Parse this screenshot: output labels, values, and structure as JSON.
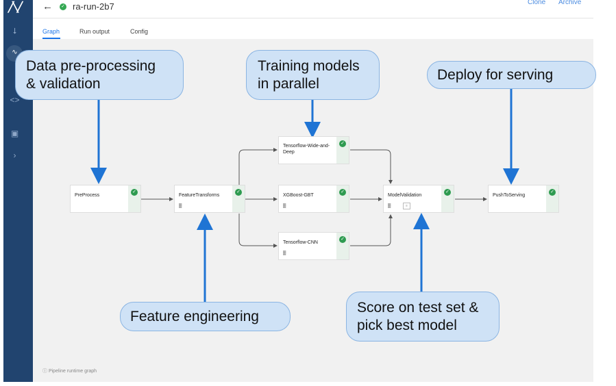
{
  "header": {
    "back_icon": "arrow-left-icon",
    "status_icon": "check-circle-icon",
    "run_name": "ra-run-2b7",
    "clone_label": "Clone",
    "archive_label": "Archive"
  },
  "sidebar": {
    "icons": [
      "logo-icon",
      "pipelines-icon",
      "experiments-icon",
      "code-icon",
      "archive-icon",
      "expand-icon"
    ]
  },
  "tabs": [
    {
      "label": "Graph",
      "active": true
    },
    {
      "label": "Run output",
      "active": false
    },
    {
      "label": "Config",
      "active": false
    }
  ],
  "nodes": {
    "preprocess": {
      "label": "PreProcess",
      "status": "succeeded"
    },
    "feature_transforms": {
      "label": "FeatureTransforms",
      "status": "succeeded"
    },
    "tf_wide_deep": {
      "label": "Tensorflow-Wide-and-Deep",
      "status": "succeeded"
    },
    "xgboost": {
      "label": "XGBoost-GBT",
      "status": "succeeded"
    },
    "tf_cnn": {
      "label": "Tensorflow-CNN",
      "status": "succeeded"
    },
    "model_validation": {
      "label": "ModelValidation",
      "status": "succeeded"
    },
    "push_to_serving": {
      "label": "PushToServing",
      "status": "succeeded"
    }
  },
  "callouts": {
    "data_prep_line1": "Data pre-processing",
    "data_prep_line2": "& validation",
    "training_line1": "Training models",
    "training_line2": "in parallel",
    "deploy": "Deploy for serving",
    "feature_engineering": "Feature engineering",
    "score_line1": "Score on test set &",
    "score_line2": "pick best model"
  },
  "footer": {
    "info_icon": "info-icon",
    "caption": "Pipeline runtime graph"
  },
  "colors": {
    "sidebar": "#21446f",
    "accent": "#1a73e8",
    "success": "#2e9b50",
    "callout_fill": "#cfe2f6",
    "arrow": "#1f74d4"
  }
}
